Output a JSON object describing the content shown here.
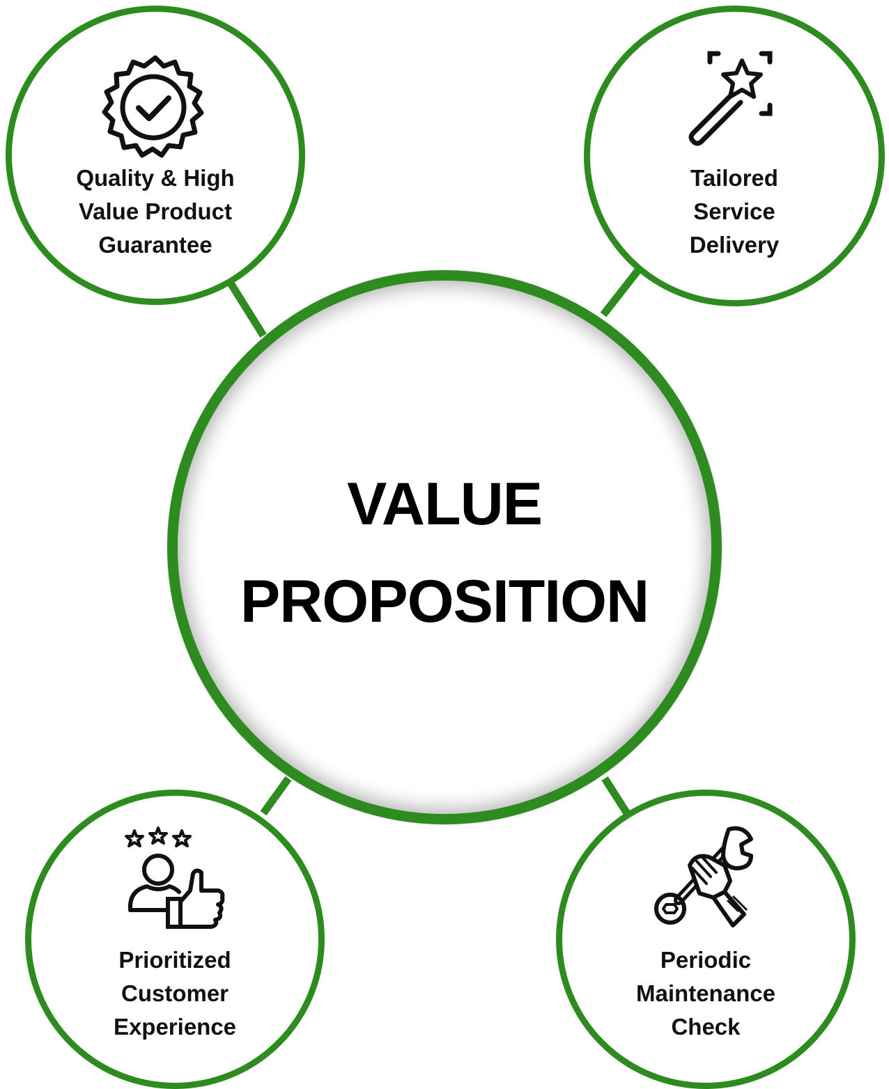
{
  "colors": {
    "ring": "#2e8b1f",
    "text": "#111111",
    "background": "#ffffff"
  },
  "center": {
    "line1": "VALUE",
    "line2": "PROPOSITION"
  },
  "nodes": [
    {
      "id": "quality",
      "icon": "badge-check-icon",
      "lines": [
        "Quality & High",
        "Value Product",
        "Guarantee"
      ]
    },
    {
      "id": "tailored",
      "icon": "magic-wand-icon",
      "lines": [
        "Tailored",
        "Service",
        "Delivery"
      ]
    },
    {
      "id": "customer",
      "icon": "customer-thumbs-up-icon",
      "lines": [
        "Prioritized",
        "Customer",
        "Experience"
      ]
    },
    {
      "id": "maintenance",
      "icon": "wrench-hand-icon",
      "lines": [
        "Periodic",
        "Maintenance",
        "Check"
      ]
    }
  ]
}
